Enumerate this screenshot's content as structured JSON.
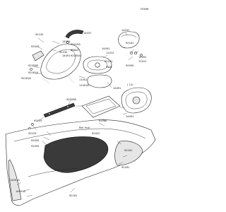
{
  "figure_code": "F0496",
  "ref_note": "Ref. Hull",
  "detail_tag": "( 12)",
  "callouts": [
    "14037",
    "92150",
    "92043",
    "14091",
    "92150",
    "92015A",
    "92055B",
    "14091",
    "92055A",
    "92015",
    "92161A",
    "92161A",
    "14091",
    "11012",
    "92161",
    "11012",
    "14037",
    "14091",
    "92161",
    "110F",
    "92055",
    "11051",
    "110016",
    "14091",
    "92055B",
    "92005",
    "92022",
    "92155",
    "92153",
    "14091",
    "92055",
    "92055",
    "92161",
    "14091A",
    "14091B",
    "92161",
    "92161"
  ]
}
